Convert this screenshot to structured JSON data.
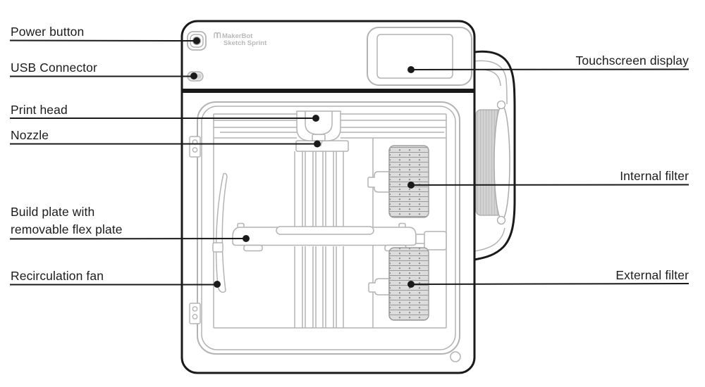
{
  "logo": {
    "brand": "MakerBot",
    "model": "Sketch Sprint",
    "icon": "makerbot-m-icon"
  },
  "labels": {
    "power_button": "Power button",
    "usb_connector": "USB Connector",
    "print_head": "Print head",
    "nozzle": "Nozzle",
    "build_plate_line1": "Build plate with",
    "build_plate_line2": "removable flex plate",
    "recirculation_fan": "Recirculation fan",
    "touchscreen_display": "Touchscreen display",
    "internal_filter": "Internal filter",
    "external_filter": "External filter"
  },
  "colors": {
    "callout": "#1a1a1a",
    "outline_dark": "#1a1a1a",
    "line_light": "#b3b3b3",
    "grille_fill": "#dcdcdc",
    "spool_fill": "#d2d2d2",
    "background": "#ffffff"
  }
}
